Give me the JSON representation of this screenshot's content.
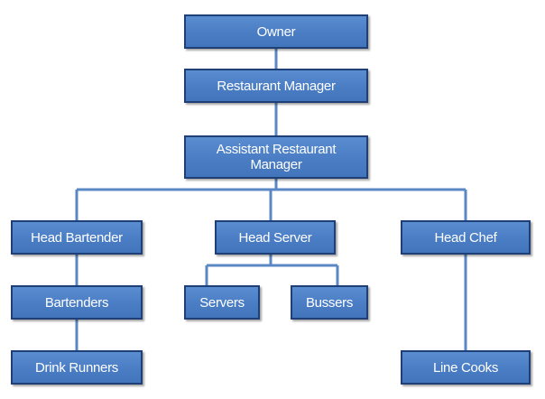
{
  "chart": {
    "nodes": {
      "owner": "Owner",
      "restaurant_manager": "Restaurant Manager",
      "assistant_restaurant_manager": "Assistant Restaurant Manager",
      "head_bartender": "Head Bartender",
      "head_server": "Head Server",
      "head_chef": "Head Chef",
      "bartenders": "Bartenders",
      "servers": "Servers",
      "bussers": "Bussers",
      "drink_runners": "Drink Runners",
      "line_cooks": "Line Cooks"
    },
    "links": [
      [
        "owner",
        "restaurant_manager"
      ],
      [
        "restaurant_manager",
        "assistant_restaurant_manager"
      ],
      [
        "assistant_restaurant_manager",
        "head_bartender"
      ],
      [
        "assistant_restaurant_manager",
        "head_server"
      ],
      [
        "assistant_restaurant_manager",
        "head_chef"
      ],
      [
        "head_bartender",
        "bartenders"
      ],
      [
        "bartenders",
        "drink_runners"
      ],
      [
        "head_server",
        "servers"
      ],
      [
        "head_server",
        "bussers"
      ],
      [
        "head_chef",
        "line_cooks"
      ]
    ],
    "colors": {
      "box_fill": "#4f81c4",
      "box_border": "#1f3f77",
      "connector": "#5b87c5",
      "text": "#ffffff"
    }
  }
}
